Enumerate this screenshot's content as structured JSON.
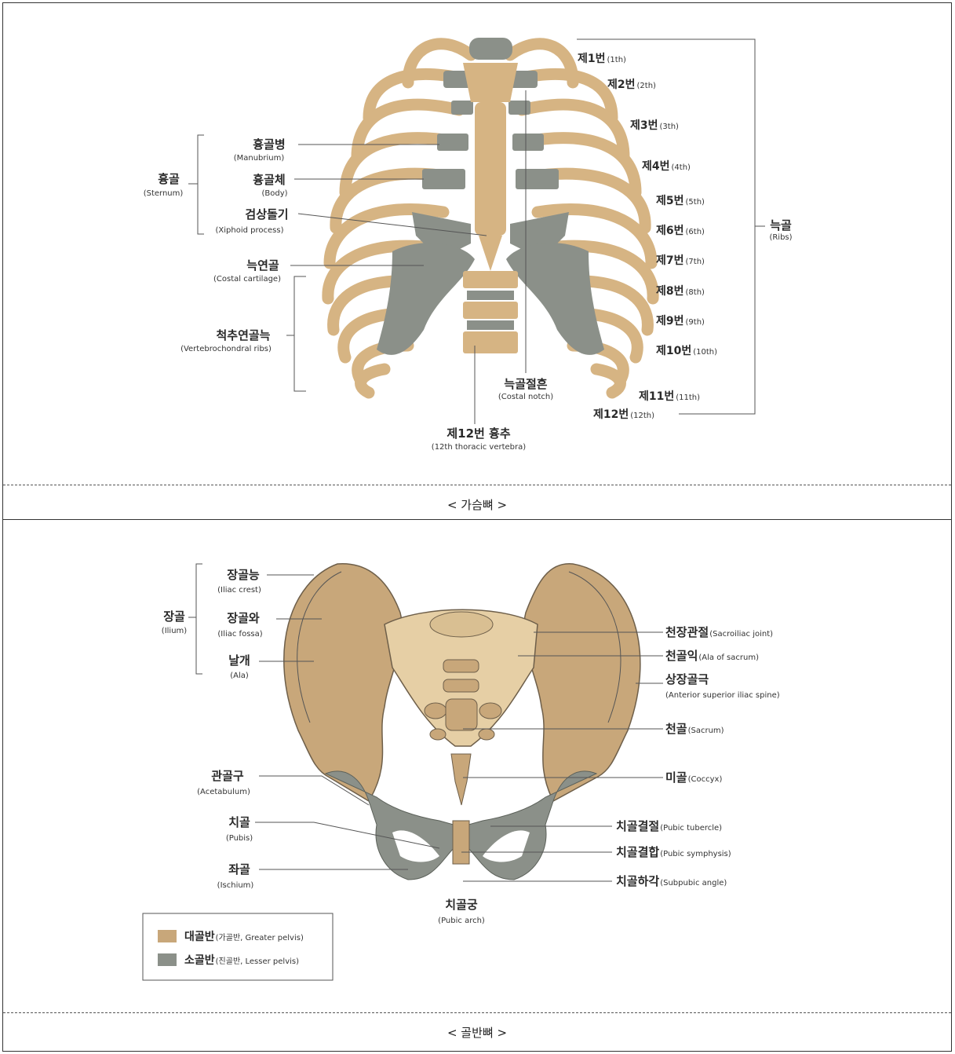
{
  "thorax": {
    "caption": "< 가슴뼈 >",
    "labels": {
      "sternum_ko": "흉골",
      "sternum_en": "(Sternum)",
      "manubrium_ko": "흉골병",
      "manubrium_en": "(Manubrium)",
      "body_ko": "흉골체",
      "body_en": "(Body)",
      "xiphoid_ko": "검상돌기",
      "xiphoid_en": "(Xiphoid process)",
      "costal_ko": "늑연골",
      "costal_en": "(Costal cartilage)",
      "vert_ko": "척추연골늑",
      "vert_en": "(Vertebrochondral ribs)",
      "notch_ko": "늑골절흔",
      "notch_en": "(Costal notch)",
      "t12_ko": "제12번 흉추",
      "t12_en": "(12th thoracic vertebra)",
      "ribs_ko": "늑골",
      "ribs_en": "(Ribs)"
    },
    "ribs": [
      {
        "ko": "제1번",
        "en": "(1th)"
      },
      {
        "ko": "제2번",
        "en": "(2th)"
      },
      {
        "ko": "제3번",
        "en": "(3th)"
      },
      {
        "ko": "제4번",
        "en": "(4th)"
      },
      {
        "ko": "제5번",
        "en": "(5th)"
      },
      {
        "ko": "제6번",
        "en": "(6th)"
      },
      {
        "ko": "제7번",
        "en": "(7th)"
      },
      {
        "ko": "제8번",
        "en": "(8th)"
      },
      {
        "ko": "제9번",
        "en": "(9th)"
      },
      {
        "ko": "제10번",
        "en": "(10th)"
      },
      {
        "ko": "제11번",
        "en": "(11th)"
      },
      {
        "ko": "제12번",
        "en": "(12th)"
      }
    ]
  },
  "pelvis": {
    "caption": "< 골반뼈 >",
    "labels": {
      "ilium_ko": "장골",
      "ilium_en": "(Ilium)",
      "crest_ko": "장골능",
      "crest_en": "(Iliac crest)",
      "fossa_ko": "장골와",
      "fossa_en": "(Iliac fossa)",
      "ala_ko": "날개",
      "ala_en": "(Ala)",
      "acet_ko": "관골구",
      "acet_en": "(Acetabulum)",
      "pubis_ko": "치골",
      "pubis_en": "(Pubis)",
      "ischium_ko": "좌골",
      "ischium_en": "(Ischium)",
      "arch_ko": "치골궁",
      "arch_en": "(Pubic arch)",
      "si_ko": "천장관절",
      "si_en": "(Sacroiliac joint)",
      "alasac_ko": "천골익",
      "alasac_en": "(Ala of sacrum)",
      "asis_ko": "상장골극",
      "asis_en": "(Anterior superior iliac spine)",
      "sacrum_ko": "천골",
      "sacrum_en": "(Sacrum)",
      "coccyx_ko": "미골",
      "coccyx_en": "(Coccyx)",
      "tubercle_ko": "치골결절",
      "tubercle_en": "(Pubic tubercle)",
      "symph_ko": "치골결합",
      "symph_en": "(Pubic symphysis)",
      "angle_ko": "치골하각",
      "angle_en": "(Subpubic angle)"
    },
    "legend": [
      {
        "ko": "대골반",
        "en": "(가골반, Greater pelvis)",
        "color": "#c8a77a"
      },
      {
        "ko": "소골반",
        "en": "(진골반, Lesser pelvis)",
        "color": "#8b9089"
      }
    ]
  },
  "colors": {
    "bone": "#d6b483",
    "cartilage": "#8b9089",
    "pelvis_bone": "#c8a77a",
    "sacrum_light": "#e6cfa5"
  }
}
